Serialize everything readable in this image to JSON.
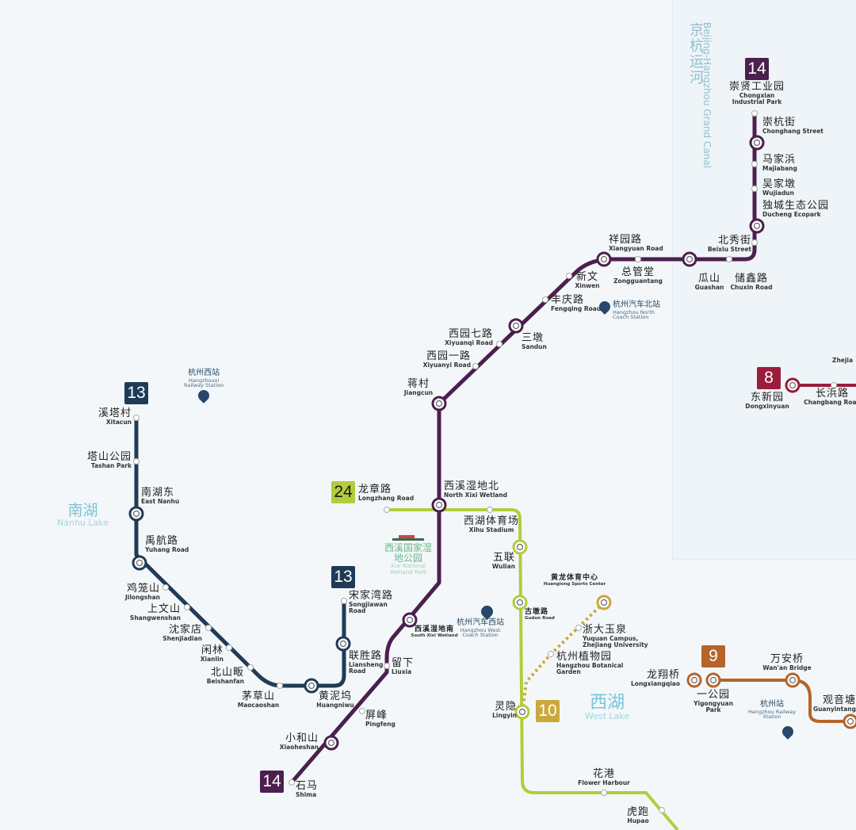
{
  "map": {
    "canal": {
      "zh": "京杭运河",
      "en": "Beijing-Hangzhou Grand Canal"
    },
    "lakes": [
      {
        "zh": "南湖",
        "en": "Nanhu Lake"
      },
      {
        "zh": "西湖",
        "en": "West Lake"
      }
    ],
    "park": {
      "zh": "西溪国家湿地公园",
      "en": "Xixi National Wetland Park"
    },
    "pois": [
      {
        "zh": "杭州西站",
        "en": "Hangzhouxi\nRailway Station",
        "icon": "railway-station-icon"
      },
      {
        "zh": "杭州汽车北站",
        "en": "Hangzhou North\nCoach Station",
        "icon": "coach-station-icon"
      },
      {
        "zh": "杭州汽车西站",
        "en": "Hangzhou West\nCoach Station",
        "icon": "coach-station-icon"
      },
      {
        "zh": "杭州站",
        "en": "Hangzhou Railway\nStation",
        "icon": "railway-station-icon"
      }
    ]
  },
  "lines": [
    {
      "id": "14",
      "badge": "14",
      "color": "#4b1f4e",
      "stations": [
        {
          "zh": "崇贤工业园",
          "en": "Chongxian\nIndustrial Park"
        },
        {
          "zh": "崇杭街",
          "en": "Chonghang Street"
        },
        {
          "zh": "马家浜",
          "en": "Majiabang"
        },
        {
          "zh": "吴家墩",
          "en": "Wujiadun"
        },
        {
          "zh": "独城生态公园",
          "en": "Ducheng Ecopark"
        },
        {
          "zh": "北秀街",
          "en": "Beixiu Street"
        },
        {
          "zh": "储鑫路",
          "en": "Chuxin Road"
        },
        {
          "zh": "瓜山",
          "en": "Guashan"
        },
        {
          "zh": "总管堂",
          "en": "Zongguantang"
        },
        {
          "zh": "祥园路",
          "en": "Xiangyuan Road"
        },
        {
          "zh": "新文",
          "en": "Xinwen"
        },
        {
          "zh": "丰庆路",
          "en": "Fengqing Road"
        },
        {
          "zh": "三墩",
          "en": "Sandun"
        },
        {
          "zh": "西园七路",
          "en": "Xiyuanqi Road"
        },
        {
          "zh": "西园一路",
          "en": "Xiyuanyi Road"
        },
        {
          "zh": "蒋村",
          "en": "Jiangcun"
        },
        {
          "zh": "西溪湿地北",
          "en": "North Xixi Wetland"
        },
        {
          "zh": "西溪湿地南",
          "en": "South Xixi Wetland"
        },
        {
          "zh": "留下",
          "en": "Liuxia"
        },
        {
          "zh": "屏峰",
          "en": "Pingfeng"
        },
        {
          "zh": "小和山",
          "en": "Xiaoheshan"
        },
        {
          "zh": "石马",
          "en": "Shima"
        }
      ]
    },
    {
      "id": "13",
      "badge": "13",
      "color": "#1f3b57",
      "stations": [
        {
          "zh": "溪塔村",
          "en": "Xitacun"
        },
        {
          "zh": "塔山公园",
          "en": "Tashan Park"
        },
        {
          "zh": "南湖东",
          "en": "East Nanhu"
        },
        {
          "zh": "禹航路",
          "en": "Yuhang Road"
        },
        {
          "zh": "鸡笼山",
          "en": "Jilongshan"
        },
        {
          "zh": "上文山",
          "en": "Shangwenshan"
        },
        {
          "zh": "沈家店",
          "en": "Shenjiadian"
        },
        {
          "zh": "闲林",
          "en": "Xianlin"
        },
        {
          "zh": "北山畈",
          "en": "Beishanfan"
        },
        {
          "zh": "茅草山",
          "en": "Maocaoshan"
        },
        {
          "zh": "黄泥坞",
          "en": "Huangniwu"
        },
        {
          "zh": "联胜路",
          "en": "Liansheng\nRoad"
        },
        {
          "zh": "宋家湾路",
          "en": "Songjiawan\nRoad"
        }
      ]
    },
    {
      "id": "24",
      "badge": "24",
      "color": "#b3cc3c",
      "stations": [
        {
          "zh": "龙章路",
          "en": "Longzhang Road"
        },
        {
          "zh": "西湖体育场",
          "en": "Xihu Stadium"
        },
        {
          "zh": "五联",
          "en": "Wulian"
        },
        {
          "zh": "古墩路",
          "en": "Gudun Road"
        },
        {
          "zh": "灵隐",
          "en": "Lingyin"
        },
        {
          "zh": "花港",
          "en": "Flower Harbour"
        },
        {
          "zh": "虎跑",
          "en": "Hupao"
        }
      ]
    },
    {
      "id": "10",
      "badge": "10",
      "color": "#c9a93a",
      "stations": [
        {
          "zh": "黄龙体育中心",
          "en": "Huanglong Sports Center"
        },
        {
          "zh": "浙大玉泉",
          "en": "Yuquan Campus,\nZhejiang University"
        },
        {
          "zh": "杭州植物园",
          "en": "Hangzhou Botanical\nGarden"
        }
      ]
    },
    {
      "id": "9",
      "badge": "9",
      "color": "#b5652a",
      "stations": [
        {
          "zh": "龙翔桥",
          "en": "Longxiangqiao"
        },
        {
          "zh": "一公园",
          "en": "Yigongyuan\nPark"
        },
        {
          "zh": "万安桥",
          "en": "Wan'an Bridge"
        },
        {
          "zh": "观音塘",
          "en": "Guanyintang"
        }
      ]
    },
    {
      "id": "8",
      "badge": "8",
      "color": "#9a1d3d",
      "stations": [
        {
          "zh": "东新园",
          "en": "Dongxinyuan"
        },
        {
          "zh": "长浜路",
          "en": "Changbang Road"
        },
        {
          "zh": "",
          "en": "Zhejia"
        }
      ]
    }
  ]
}
